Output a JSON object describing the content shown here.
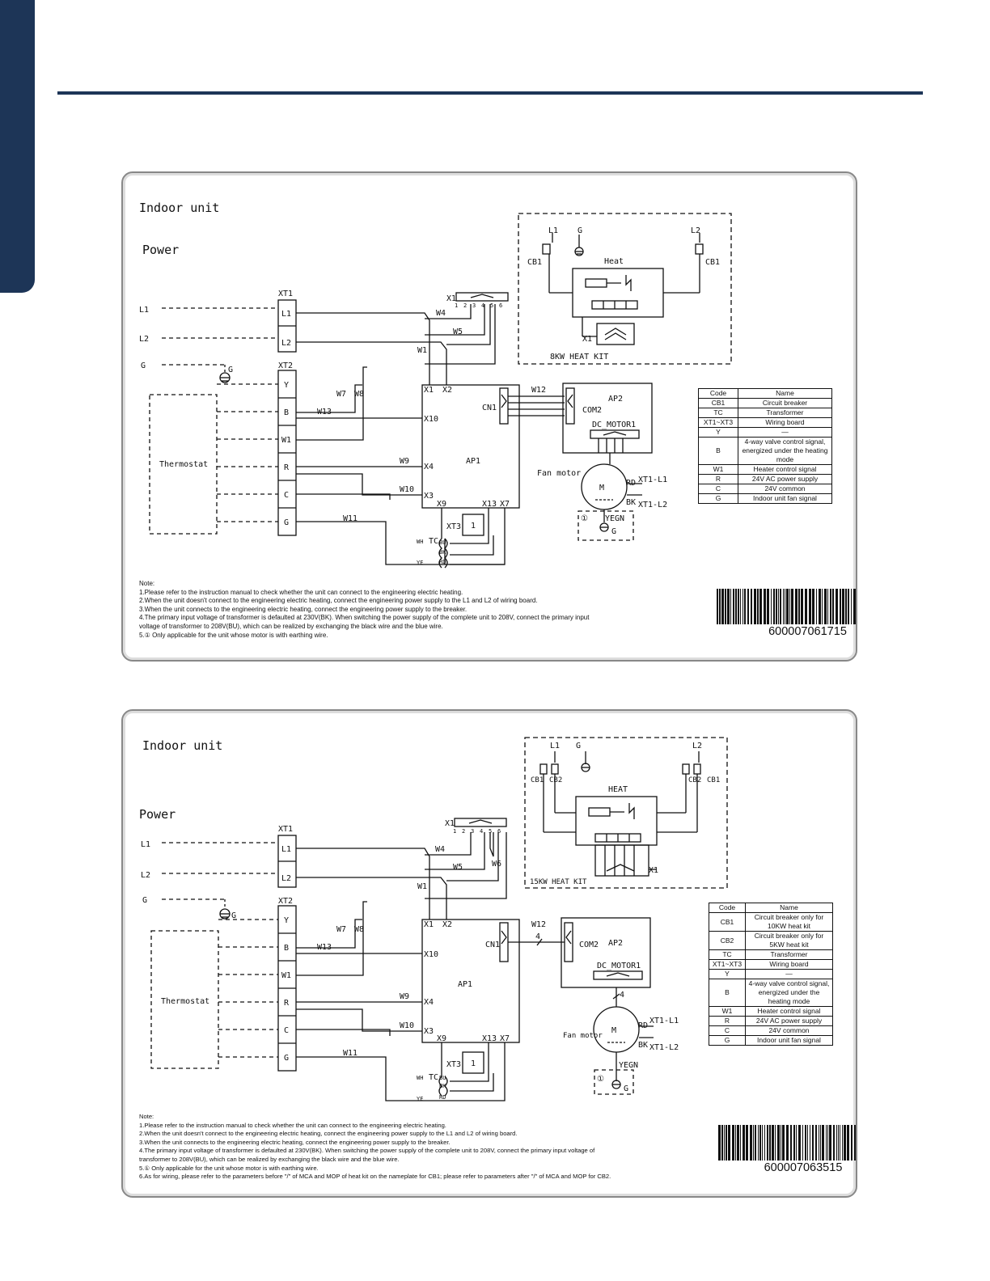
{
  "diagrams": [
    {
      "title": "Indoor unit",
      "power": "Power",
      "heat_kit": "8KW HEAT KIT",
      "heat_label": "Heat",
      "fan_motor": "Fan motor",
      "barcode": "600007061715",
      "legend": {
        "headers": [
          "Code",
          "Name"
        ],
        "rows": [
          [
            "CB1",
            "Circuit breaker"
          ],
          [
            "TC",
            "Transformer"
          ],
          [
            "XT1~XT3",
            "Wiring board"
          ],
          [
            "Y",
            "—"
          ],
          [
            "B",
            "4-way valve control signal, energized under the heating mode"
          ],
          [
            "W1",
            "Heater control signal"
          ],
          [
            "R",
            "24V AC power supply"
          ],
          [
            "C",
            "24V common"
          ],
          [
            "G",
            "Indoor unit fan signal"
          ]
        ]
      },
      "notes": [
        "Note:",
        "1.Please refer to the instruction manual to check whether the unit can connect to the engineering electric heating.",
        "2.When the unit doesn't connect to the engineering electric heating, connect the engineering power supply to the L1 and L2 of wiring board.",
        "3.When the unit connects to the engineering electric heating, connect the engineering power supply to the breaker.",
        "4.The primary input voltage of transformer is defaulted at 230V(BK). When switching the power supply of the complete unit to 208V, connect the primary input",
        "voltage of transformer to 208V(BU), which can be realized by exchanging the black wire and the blue wire.",
        "5.① Only applicable for the unit whose motor is with earthing wire."
      ]
    },
    {
      "title": "Indoor unit",
      "power": "Power",
      "heat_kit": "15KW HEAT KIT",
      "heat_label": "HEAT",
      "fan_motor": "Fan motor",
      "barcode": "600007063515",
      "legend": {
        "headers": [
          "Code",
          "Name"
        ],
        "rows": [
          [
            "CB1",
            "Circuit breaker only for 10KW heat kit"
          ],
          [
            "CB2",
            "Circuit breaker only for 5KW heat kit"
          ],
          [
            "TC",
            "Transformer"
          ],
          [
            "XT1~XT3",
            "Wiring board"
          ],
          [
            "Y",
            "—"
          ],
          [
            "B",
            "4-way valve control signal, energized under the heating mode"
          ],
          [
            "W1",
            "Heater control signal"
          ],
          [
            "R",
            "24V AC power supply"
          ],
          [
            "C",
            "24V common"
          ],
          [
            "G",
            "Indoor unit fan signal"
          ]
        ]
      },
      "notes": [
        "Note:",
        "1.Please refer to the instruction manual to check whether the unit can connect to the engineering electric heating.",
        "2.When the unit doesn't connect to the engineering electric heating, connect the engineering power supply to the L1 and L2 of wiring board.",
        "3.When the unit connects to the engineering electric heating, connect the engineering power supply to the breaker.",
        "4.The primary input voltage of transformer is defaulted at 230V(BK). When switching the power supply of the complete unit to 208V, connect the primary input voltage of",
        "transformer to 208V(BU), which can be realized by exchanging the black wire and the blue wire.",
        "5.① Only applicable for the unit whose motor is with earthing wire.",
        "6.As for wiring, please refer to the parameters before \"/\" of MCA and MOP of heat kit on the nameplate for CB1; please refer to parameters after \"/\" of MCA and MOP for CB2."
      ]
    }
  ],
  "labels": {
    "XT1": "XT1",
    "XT2": "XT2",
    "XT3": "XT3",
    "X1": "X1",
    "L1": "L1",
    "L2": "L2",
    "G": "G",
    "Y": "Y",
    "B": "B",
    "W1": "W1",
    "R": "R",
    "C": "C",
    "thermostat": "Thermostat",
    "AP1": "AP1",
    "AP2": "AP2",
    "CN1": "CN1",
    "COM2": "COM2",
    "DC_MOTOR1": "DC_MOTOR1",
    "W4": "W4",
    "W5": "W5",
    "W6": "W6",
    "W7": "W7",
    "W8": "W8",
    "W9": "W9",
    "W10": "W10",
    "W11": "W11",
    "W12": "W12",
    "W13": "W13",
    "X2": "X2",
    "X3": "X3",
    "X4": "X4",
    "X9": "X9",
    "X10": "X10",
    "X13": "X13",
    "X7": "X7",
    "CB1": "CB1",
    "CB2": "CB2",
    "TC": "TC",
    "WH": "WH",
    "YE": "YE",
    "BU": "BU",
    "BK": "BK",
    "RD": "RD",
    "M": "M",
    "YEGN": "YEGN",
    "XT1_L1": "XT1-L1",
    "XT1_L2": "XT1-L2",
    "one": "1",
    "circled_one": "①",
    "four": "4",
    "pins": [
      "1",
      "2",
      "3",
      "4",
      "5",
      "6"
    ]
  }
}
